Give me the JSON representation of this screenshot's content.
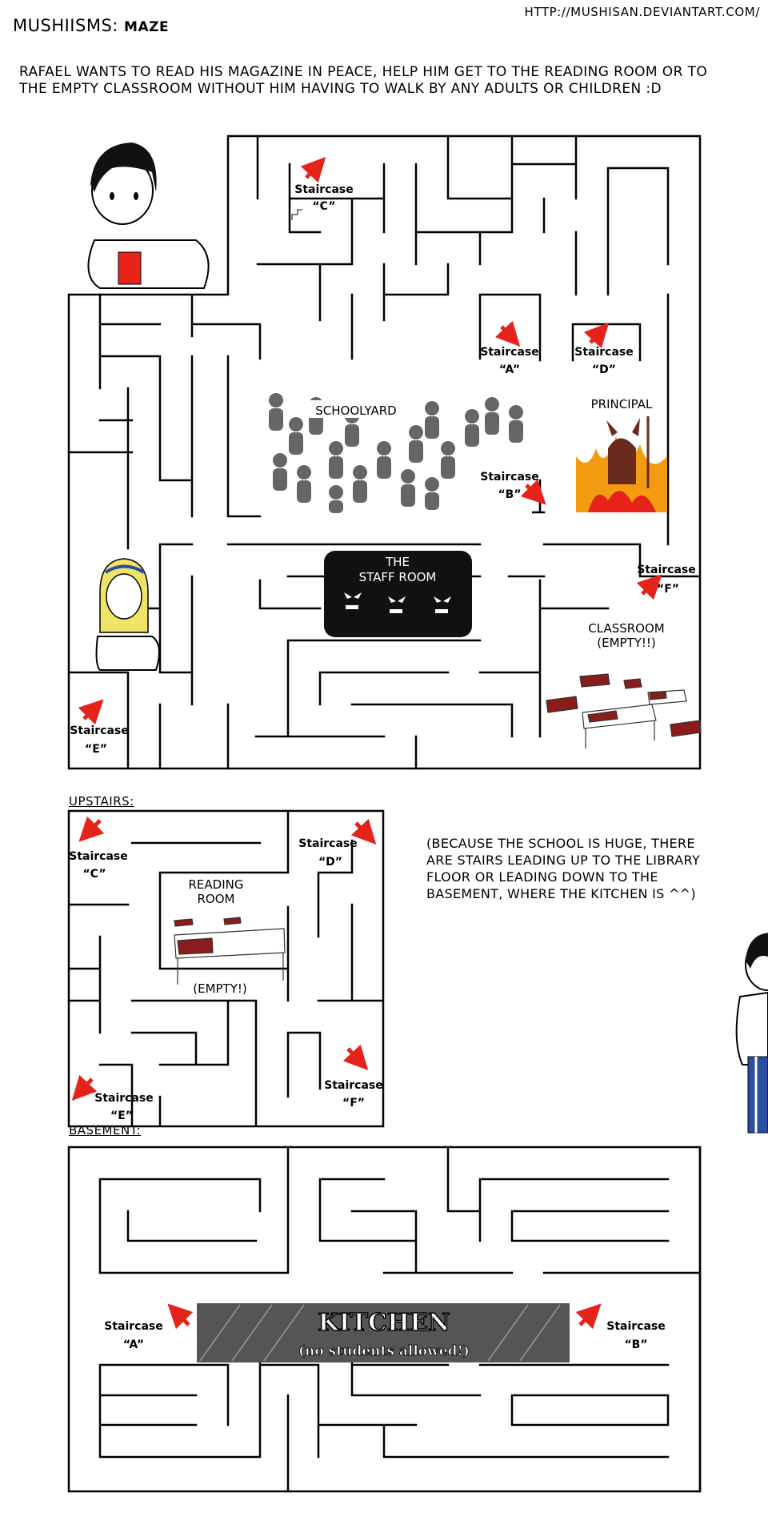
{
  "header": {
    "title": "MUSHIISMS:",
    "subtitle": "MAZE",
    "url": "HTTP://MUSHISAN.DEVIANTART.COM/"
  },
  "instructions": "Rafael wants to read his magazine in peace, help him get to the reading room or to the empty classroom without him having to walk by any adults or children :D",
  "ground_floor": {
    "staircase_label": "Staircase",
    "stair_c": "“C”",
    "stair_a": "“A”",
    "stair_d": "“D”",
    "stair_b": "“B”",
    "stair_f": "“F”",
    "stair_e": "“E”",
    "schoolyard": "SCHOOLYARD",
    "principal": "PRINCIPAL",
    "staff_room_1": "THE",
    "staff_room_2": "STAFF ROOM",
    "classroom_1": "CLASSROOM",
    "classroom_2": "(EMPTY!!)"
  },
  "upstairs": {
    "heading": "UPSTAIRS:",
    "staircase_label": "Staircase",
    "stair_c": "“C”",
    "stair_d": "“D”",
    "stair_e": "“E”",
    "stair_f": "“F”",
    "reading_room_1": "READING",
    "reading_room_2": "ROOM",
    "reading_room_empty": "(EMPTY!)"
  },
  "note": "(Because the school is huge, there are stairs leading up to the library floor or leading down to the basement, where the kitchen is ^^)",
  "basement": {
    "heading": "BASEMENT:",
    "staircase_label": "Staircase",
    "stair_a": "“A”",
    "stair_b": "“B”",
    "kitchen": "KITCHEN",
    "kitchen_sub": "(no students allowed!)"
  },
  "colors": {
    "arrow": "#e5231b",
    "fire": "#f39c12",
    "kitchen": "#555555"
  }
}
